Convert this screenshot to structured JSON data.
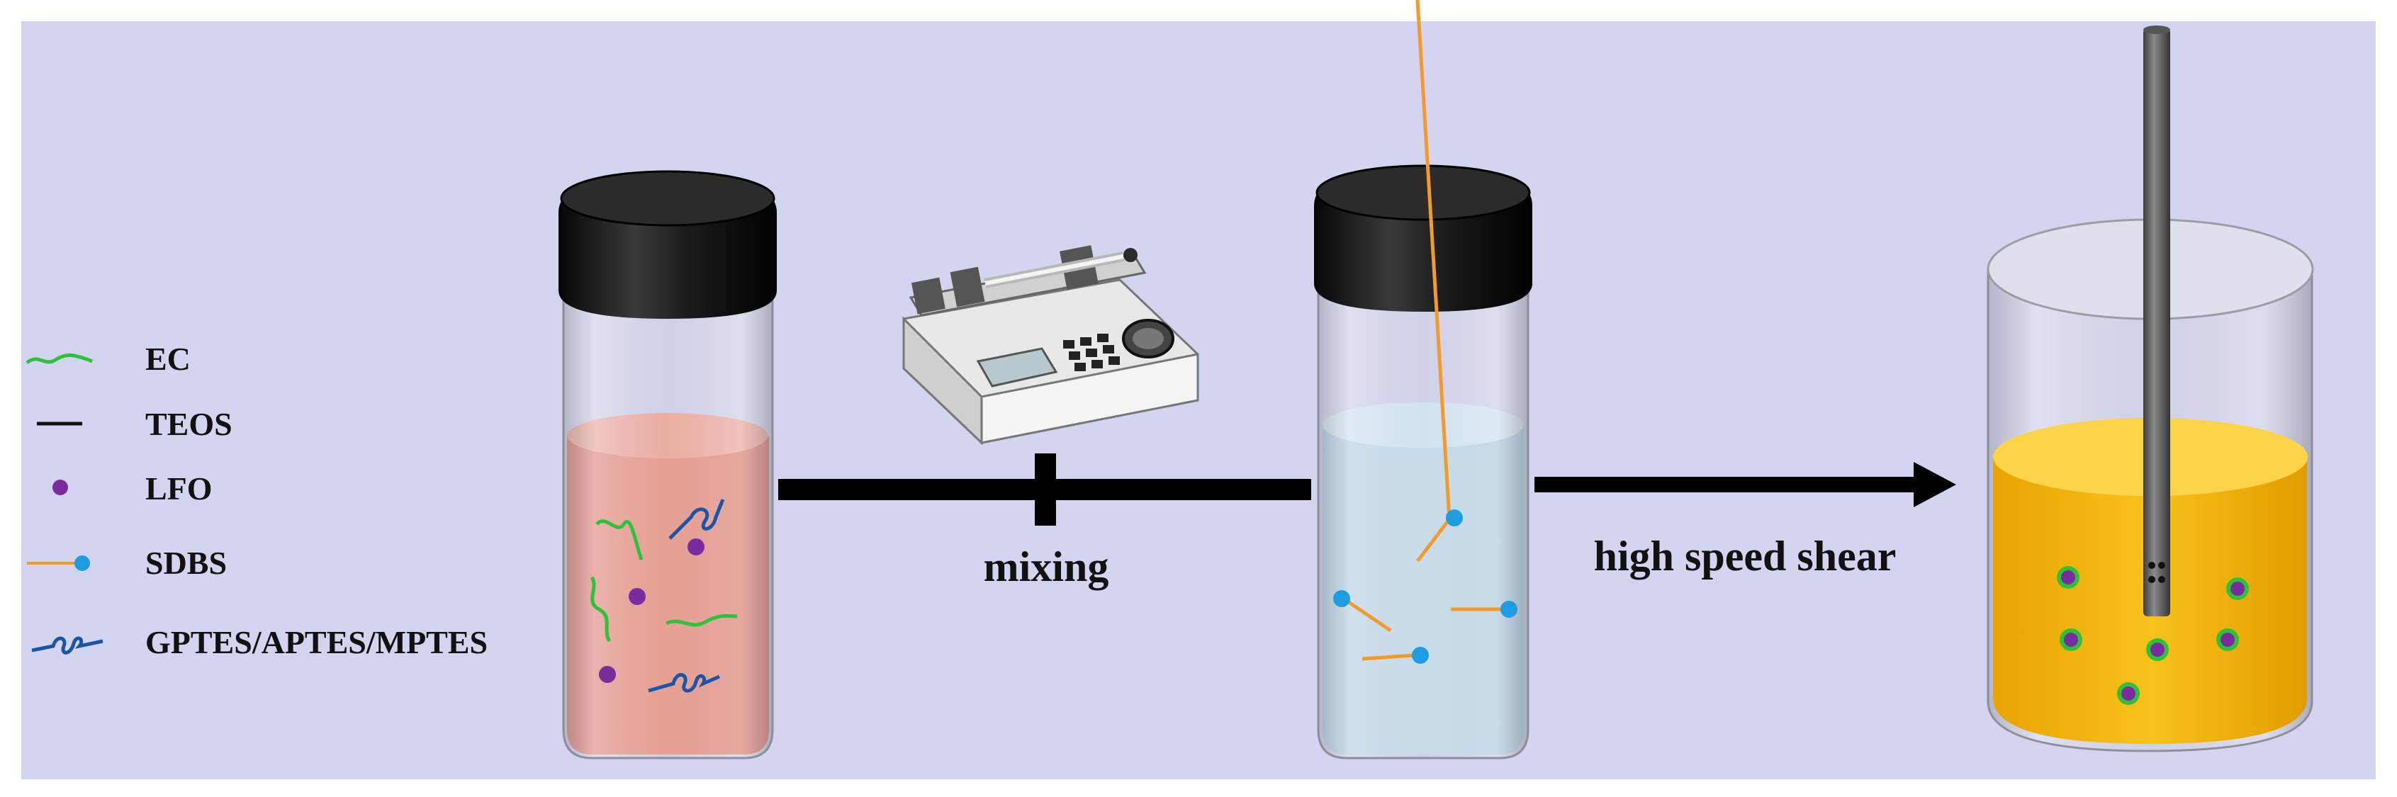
{
  "legend": {
    "items": [
      {
        "label": "EC",
        "color": "#2ec23a",
        "icon": "wavy-line-icon"
      },
      {
        "label": "TEOS",
        "color": "#111111",
        "icon": "short-line-icon"
      },
      {
        "label": "LFO",
        "color": "#7a2c9e",
        "icon": "dot-icon"
      },
      {
        "label": "SDBS",
        "color": "#f39a2c",
        "icon": "lollipop-icon",
        "head_color": "#1f9ce0"
      },
      {
        "label": "GPTES/APTES/MPTES",
        "color": "#1b55a8",
        "icon": "curl-line-icon"
      }
    ]
  },
  "steps": {
    "mixing_label": "mixing",
    "shear_label": "high speed shear"
  },
  "colors": {
    "background": "#d3d4f0",
    "vial_cap": "#151515",
    "vial1_liquid": "#f6856c",
    "vial2_liquid": "#bfe1f2",
    "beaker_liquid": "#f2b70c",
    "arrow": "#000000"
  }
}
